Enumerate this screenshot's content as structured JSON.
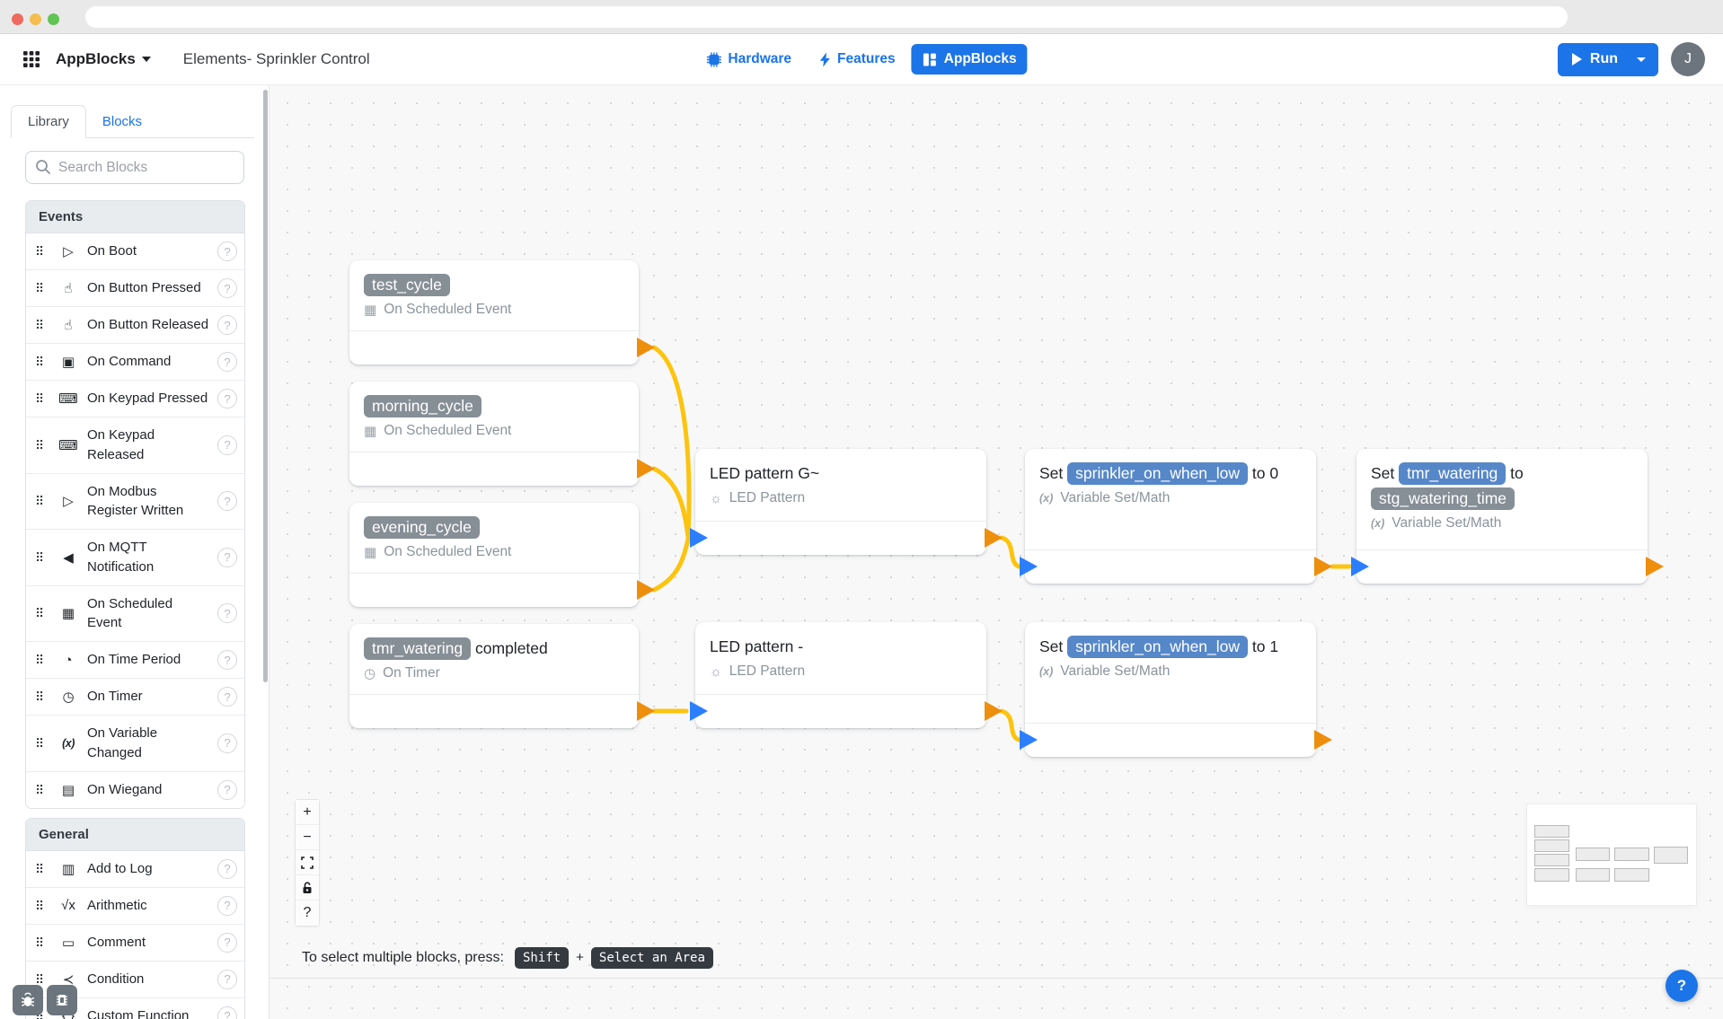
{
  "browser": {
    "url": ""
  },
  "colors": {
    "accent": "#1b74e8",
    "wire": "#fcc40f",
    "port_in": "#2b7fff",
    "port_out": "#ee8e0d",
    "pill_blue": "#5687c9",
    "pill_gray": "#868e96"
  },
  "icon_glyphs": {
    "play": "▷",
    "hand-pointer": "☝",
    "terminal": "▣",
    "keypad": "⌨",
    "megaphone": "◀",
    "calendar": "▦",
    "time-period": "◔",
    "stopwatch": "◷",
    "variable": "(x)",
    "card": "▤",
    "table": "▥",
    "sqrt": "√x",
    "comment": "▭",
    "branch": "≺",
    "braces": "{ }",
    "sun": "☼",
    "drag-handle": "⠿",
    "help": "?"
  },
  "header": {
    "app_name": "AppBlocks",
    "title": "Elements- Sprinkler Control",
    "nav_items": [
      {
        "label": "Hardware",
        "icon": "chip",
        "active": false
      },
      {
        "label": "Features",
        "icon": "bolt",
        "active": false
      },
      {
        "label": "AppBlocks",
        "icon": "blocks",
        "active": true
      }
    ],
    "run_label": "Run",
    "avatar_initial": "J"
  },
  "sidebar": {
    "tabs": [
      {
        "label": "Library",
        "active": true
      },
      {
        "label": "Blocks",
        "active": false
      }
    ],
    "search_placeholder": "Search Blocks",
    "sections": [
      {
        "title": "Events",
        "items": [
          {
            "icon": "play",
            "label": "On Boot"
          },
          {
            "icon": "hand-pointer",
            "label": "On Button Pressed"
          },
          {
            "icon": "hand-pointer",
            "label": "On Button Released"
          },
          {
            "icon": "terminal",
            "label": "On Command"
          },
          {
            "icon": "keypad",
            "label": "On Keypad Pressed"
          },
          {
            "icon": "keypad",
            "label": "On Keypad Released"
          },
          {
            "icon": "play",
            "label": "On Modbus Register Written"
          },
          {
            "icon": "megaphone",
            "label": "On MQTT Notification"
          },
          {
            "icon": "calendar",
            "label": "On Scheduled Event"
          },
          {
            "icon": "time-period",
            "label": "On Time Period"
          },
          {
            "icon": "stopwatch",
            "label": "On Timer"
          },
          {
            "icon": "variable",
            "label": "On Variable Changed"
          },
          {
            "icon": "card",
            "label": "On Wiegand"
          }
        ]
      },
      {
        "title": "General",
        "items": [
          {
            "icon": "table",
            "label": "Add to Log"
          },
          {
            "icon": "sqrt",
            "label": "Arithmetic"
          },
          {
            "icon": "comment",
            "label": "Comment"
          },
          {
            "icon": "branch",
            "label": "Condition"
          },
          {
            "icon": "braces",
            "label": "Custom Function"
          }
        ]
      }
    ]
  },
  "canvas": {
    "blocks": [
      {
        "id": "test_cycle",
        "title": [
          {
            "kind": "pill-gray",
            "text": "test_cycle"
          }
        ],
        "type_label": "On Scheduled Event",
        "type_icon": "calendar",
        "ports": {
          "in": false,
          "out": true
        }
      },
      {
        "id": "morning_cycle",
        "title": [
          {
            "kind": "pill-gray",
            "text": "morning_cycle"
          }
        ],
        "type_label": "On Scheduled Event",
        "type_icon": "calendar",
        "ports": {
          "in": false,
          "out": true
        }
      },
      {
        "id": "evening_cycle",
        "title": [
          {
            "kind": "pill-gray",
            "text": "evening_cycle"
          }
        ],
        "type_label": "On Scheduled Event",
        "type_icon": "calendar",
        "ports": {
          "in": false,
          "out": true
        }
      },
      {
        "id": "tmr_watering_completed",
        "title": [
          {
            "kind": "pill-gray",
            "text": "tmr_watering"
          },
          {
            "kind": "text",
            "text": " completed"
          }
        ],
        "type_label": "On Timer",
        "type_icon": "stopwatch",
        "ports": {
          "in": false,
          "out": true
        }
      },
      {
        "id": "led_pattern_g",
        "title": [
          {
            "kind": "text",
            "text": "LED pattern G~"
          }
        ],
        "type_label": "LED Pattern",
        "type_icon": "sun",
        "ports": {
          "in": true,
          "out": true
        }
      },
      {
        "id": "led_pattern_dash",
        "title": [
          {
            "kind": "text",
            "text": "LED pattern -"
          }
        ],
        "type_label": "LED Pattern",
        "type_icon": "sun",
        "ports": {
          "in": true,
          "out": true
        }
      },
      {
        "id": "set_sprinkler_0",
        "title": [
          {
            "kind": "text",
            "text": "Set "
          },
          {
            "kind": "pill-blue",
            "text": "sprinkler_on_when_low"
          },
          {
            "kind": "text",
            "text": " to 0"
          }
        ],
        "type_label": "Variable Set/Math",
        "type_icon": "variable",
        "ports": {
          "in": true,
          "out": true
        }
      },
      {
        "id": "set_sprinkler_1",
        "title": [
          {
            "kind": "text",
            "text": "Set "
          },
          {
            "kind": "pill-blue",
            "text": "sprinkler_on_when_low"
          },
          {
            "kind": "text",
            "text": " to 1"
          }
        ],
        "type_label": "Variable Set/Math",
        "type_icon": "variable",
        "ports": {
          "in": true,
          "out": true
        }
      },
      {
        "id": "set_tmr_watering",
        "title": [
          {
            "kind": "text",
            "text": "Set "
          },
          {
            "kind": "pill-blue",
            "text": "tmr_watering"
          },
          {
            "kind": "text",
            "text": " to "
          },
          {
            "kind": "pill-gray",
            "text": "stg_watering_time"
          }
        ],
        "type_label": "Variable Set/Math",
        "type_icon": "variable",
        "ports": {
          "in": true,
          "out": true
        }
      }
    ],
    "controls": {
      "zoom_in": "+",
      "zoom_out": "−",
      "help": "?"
    },
    "hint": {
      "text": "To select multiple blocks, press:",
      "keys": [
        "Shift",
        "Select an Area"
      ],
      "separator": "+"
    }
  },
  "help_button": {
    "label": "?"
  }
}
